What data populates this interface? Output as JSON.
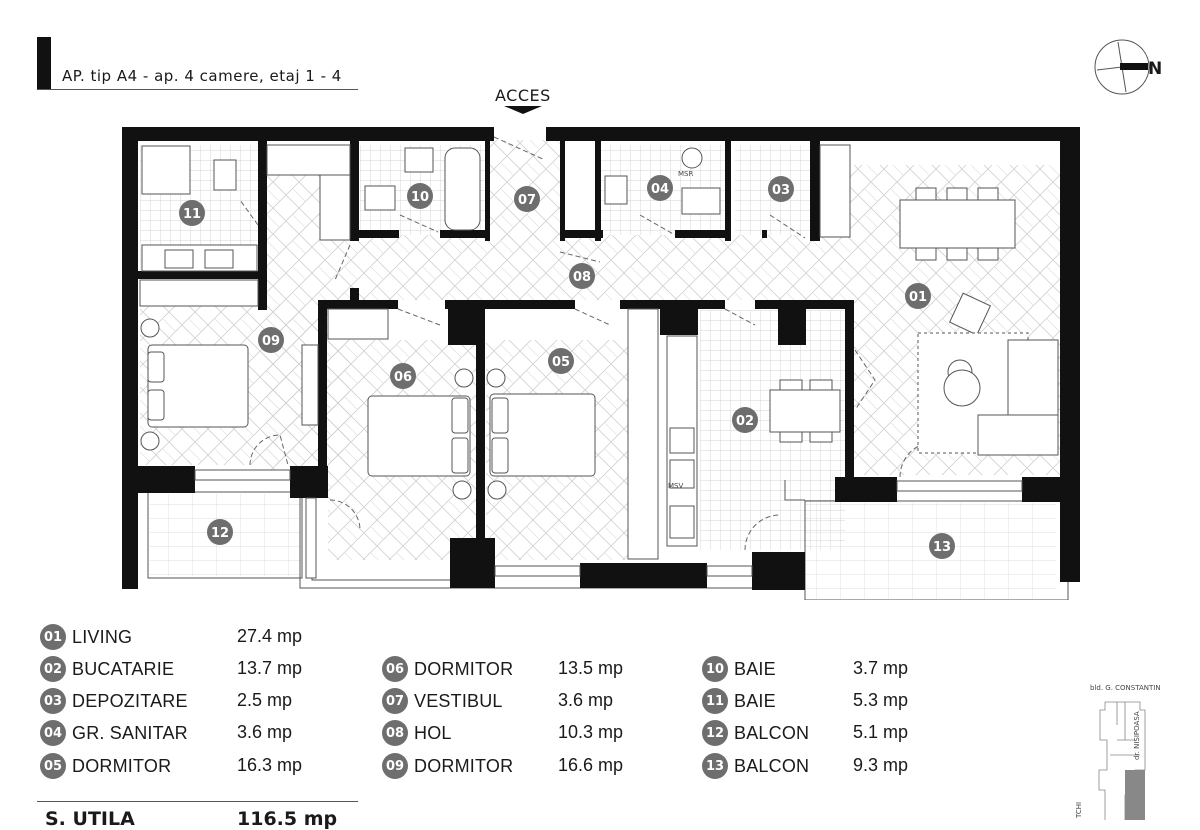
{
  "header": {
    "title": "AP. tip A4 - ap. 4 camere, etaj 1 - 4",
    "access_label": "ACCES",
    "north_label": "N"
  },
  "rooms": [
    {
      "num": "01",
      "name": "LIVING",
      "area": "27.4 mp"
    },
    {
      "num": "02",
      "name": "BUCATARIE",
      "area": "13.7 mp"
    },
    {
      "num": "03",
      "name": "DEPOZITARE",
      "area": "2.5 mp"
    },
    {
      "num": "04",
      "name": "GR. SANITAR",
      "area": "3.6 mp"
    },
    {
      "num": "05",
      "name": "DORMITOR",
      "area": "16.3 mp"
    },
    {
      "num": "06",
      "name": "DORMITOR",
      "area": "13.5 mp"
    },
    {
      "num": "07",
      "name": "VESTIBUL",
      "area": "3.6 mp"
    },
    {
      "num": "08",
      "name": "HOL",
      "area": "10.3 mp"
    },
    {
      "num": "09",
      "name": "DORMITOR",
      "area": "16.6 mp"
    },
    {
      "num": "10",
      "name": "BAIE",
      "area": "3.7 mp"
    },
    {
      "num": "11",
      "name": "BAIE",
      "area": "5.3 mp"
    },
    {
      "num": "12",
      "name": "BALCON",
      "area": "5.1 mp"
    },
    {
      "num": "13",
      "name": "BALCON",
      "area": "9.3 mp"
    }
  ],
  "plan_labels": {
    "wc_mark": "MSR",
    "fridge_mark": "MSV"
  },
  "total": {
    "label": "S. UTILA",
    "value": "116.5 mp"
  },
  "site_plan": {
    "street_top": "bld. G. CONSTANTIN",
    "street_right": "dr. NISIPOASA",
    "street_left": "TCHI"
  },
  "colors": {
    "wall": "#111111",
    "badge": "#6e6e6e",
    "hatch": "#c8c8c8"
  }
}
